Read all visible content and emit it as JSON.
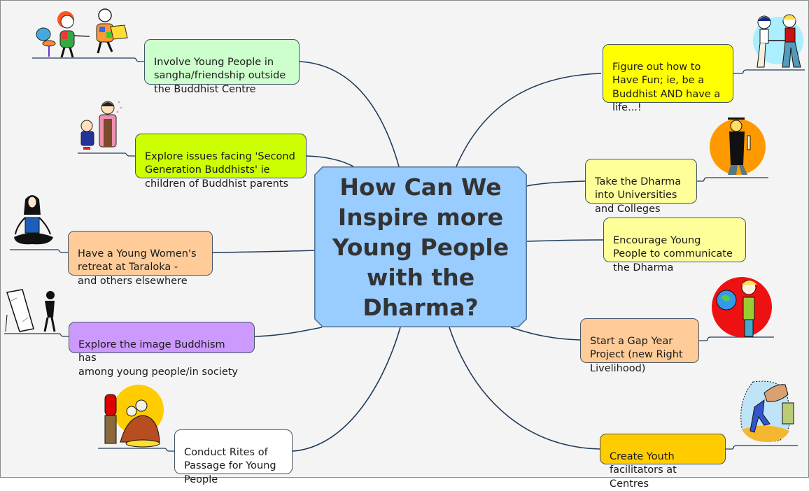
{
  "diagram": {
    "type": "mind-map",
    "central_topic": "How Can We Inspire more Young People with the Dharma?",
    "central_color": "#99ccff",
    "branches": [
      {
        "id": "involve",
        "text": "Involve Young People in\nsangha/friendship outside\nthe Buddhist Centre",
        "color": "#ccffcc",
        "side": "left",
        "icon": "children-holding-hands-clipart"
      },
      {
        "id": "second-gen",
        "text": "Explore issues facing 'Second\nGeneration Buddhists' ie\nchildren of Buddhist parents",
        "color": "#ccff00",
        "side": "left",
        "icon": "mother-and-child-kimono-clipart"
      },
      {
        "id": "retreat",
        "text": "Have a Young Women's\nretreat at Taraloka -\nand others elsewhere",
        "color": "#ffcc99",
        "side": "left",
        "icon": "meditating-woman-clipart"
      },
      {
        "id": "image",
        "text": "Explore the image Buddhism has\namong young people/in society",
        "color": "#cc99ff",
        "side": "left",
        "icon": "person-at-mirror-clipart"
      },
      {
        "id": "rites",
        "text": "Conduct Rites of\nPassage for Young\nPeople",
        "color": "#ffffff",
        "side": "left",
        "icon": "monks-with-drum-clipart"
      },
      {
        "id": "fun",
        "text": "Figure out how to\nHave Fun; ie, be a\nBuddhist AND have a\nlife...!",
        "color": "#ffff00",
        "side": "right",
        "icon": "couple-holding-hands-clipart"
      },
      {
        "id": "universities",
        "text": "Take the Dharma\ninto Universities\nand Colleges",
        "color": "#ffff99",
        "side": "right",
        "icon": "graduate-clipart"
      },
      {
        "id": "communicate",
        "text": "Encourage Young\nPeople to communicate\nthe Dharma",
        "color": "#ffff99",
        "side": "right",
        "icon": null
      },
      {
        "id": "gap-year",
        "text": "Start a Gap Year\nProject (new Right\nLivelihood)",
        "color": "#ffcc99",
        "side": "right",
        "icon": "boy-with-globe-clipart"
      },
      {
        "id": "facilitators",
        "text": "Create Youth\nfacilitators at Centres",
        "color": "#ffcc00",
        "side": "right",
        "icon": "helping-hand-clipart"
      }
    ]
  }
}
